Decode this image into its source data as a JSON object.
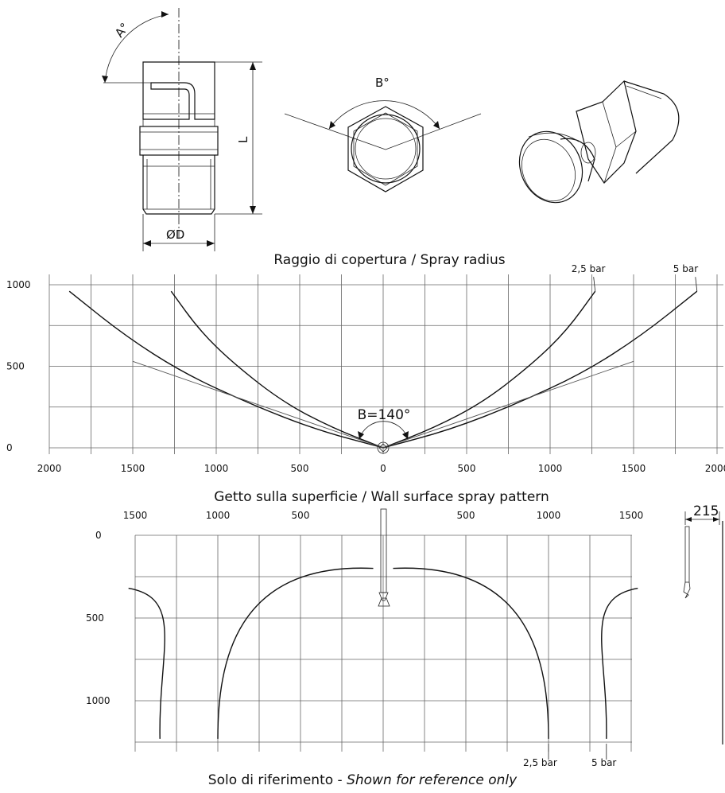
{
  "labels": {
    "angle_a": "A°",
    "angle_b": "B°",
    "length": "L",
    "diameter": "ØD",
    "spray_angle": "B=140°",
    "width_215": "215"
  },
  "titles": {
    "spray_radius": "Raggio di copertura / Spray radius",
    "wall_pattern": "Getto sulla superficie / Wall surface spray pattern",
    "note_it": "Solo di riferimento - ",
    "note_en": "Shown for reference only"
  },
  "spray_radius_chart": {
    "x_ticks": [
      "2000",
      "1500",
      "1000",
      "500",
      "0",
      "500",
      "1000",
      "1500",
      "2000"
    ],
    "y_ticks": [
      "1000",
      "500",
      "0"
    ],
    "series": [
      {
        "name": "2,5 bar",
        "points": [
          [
            0,
            0
          ],
          [
            300,
            120
          ],
          [
            600,
            280
          ],
          [
            900,
            520
          ],
          [
            1100,
            720
          ],
          [
            1270,
            960
          ]
        ]
      },
      {
        "name": "5 bar",
        "points": [
          [
            0,
            0
          ],
          [
            400,
            110
          ],
          [
            800,
            270
          ],
          [
            1200,
            460
          ],
          [
            1550,
            690
          ],
          [
            1880,
            960
          ]
        ]
      }
    ]
  },
  "wall_pattern_chart": {
    "x_ticks": [
      "1500",
      "1000",
      "500",
      "500",
      "1000",
      "1500"
    ],
    "y_ticks": [
      "0",
      "500",
      "1000"
    ],
    "series": [
      {
        "name": "2,5 bar"
      },
      {
        "name": "5 bar"
      }
    ]
  }
}
